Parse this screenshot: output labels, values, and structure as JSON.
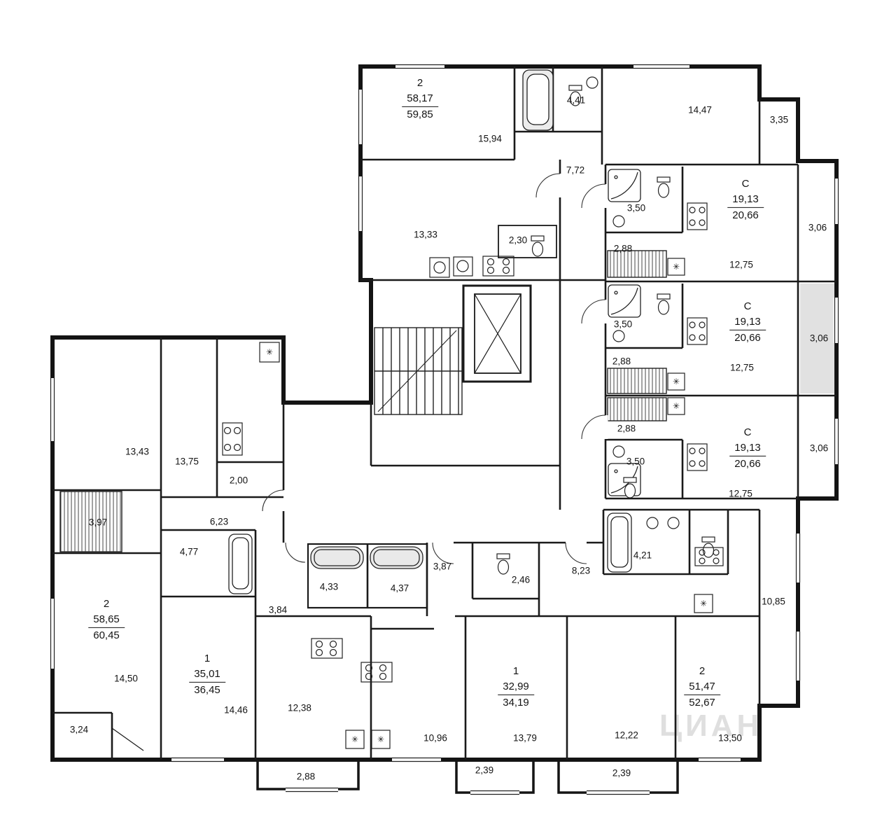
{
  "glyphs": {
    "shaft": "✳"
  },
  "watermark": {
    "text": "ЦИАН"
  },
  "units": [
    {
      "name": "apt-2-top",
      "rooms": "2",
      "living": "58,17",
      "total": "59,85"
    },
    {
      "name": "studio-1",
      "rooms": "С",
      "living": "19,13",
      "total": "20,66"
    },
    {
      "name": "studio-2",
      "rooms": "С",
      "living": "19,13",
      "total": "20,66"
    },
    {
      "name": "studio-3",
      "rooms": "С",
      "living": "19,13",
      "total": "20,66"
    },
    {
      "name": "apt-2-left",
      "rooms": "2",
      "living": "58,65",
      "total": "60,45"
    },
    {
      "name": "apt-1-left",
      "rooms": "1",
      "living": "35,01",
      "total": "36,45"
    },
    {
      "name": "apt-1-right",
      "rooms": "1",
      "living": "32,99",
      "total": "34,19"
    },
    {
      "name": "apt-2-right",
      "rooms": "2",
      "living": "51,47",
      "total": "52,67"
    }
  ],
  "rooms": [
    {
      "value": "15,94"
    },
    {
      "value": "4,41"
    },
    {
      "value": "14,47"
    },
    {
      "value": "3,35"
    },
    {
      "value": "7,72"
    },
    {
      "value": "3,50"
    },
    {
      "value": "13,33"
    },
    {
      "value": "2,30"
    },
    {
      "value": "2,88"
    },
    {
      "value": "12,75"
    },
    {
      "value": "3,06"
    },
    {
      "value": "3,50"
    },
    {
      "value": "2,88"
    },
    {
      "value": "12,75"
    },
    {
      "value": "3,06"
    },
    {
      "value": "2,88"
    },
    {
      "value": "3,50"
    },
    {
      "value": "12,75"
    },
    {
      "value": "3,06"
    },
    {
      "value": "13,43"
    },
    {
      "value": "13,75"
    },
    {
      "value": "2,00"
    },
    {
      "value": "3,97"
    },
    {
      "value": "6,23"
    },
    {
      "value": "4,77"
    },
    {
      "value": "3,84"
    },
    {
      "value": "4,33"
    },
    {
      "value": "4,37"
    },
    {
      "value": "3,87"
    },
    {
      "value": "2,46"
    },
    {
      "value": "8,23"
    },
    {
      "value": "4,21"
    },
    {
      "value": "10,85"
    },
    {
      "value": "14,50"
    },
    {
      "value": "3,24"
    },
    {
      "value": "14,46"
    },
    {
      "value": "12,38"
    },
    {
      "value": "10,96"
    },
    {
      "value": "13,79"
    },
    {
      "value": "12,22"
    },
    {
      "value": "13,50"
    },
    {
      "value": "2,88"
    },
    {
      "value": "2,39"
    },
    {
      "value": "2,39"
    }
  ]
}
